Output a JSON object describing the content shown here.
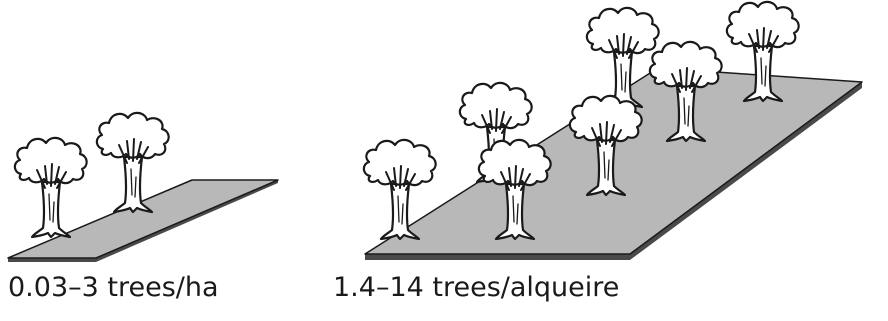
{
  "panels": [
    {
      "caption": "0.03–3 trees/ha",
      "tree_count": 2
    },
    {
      "caption": "1.4–14 trees/alqueire",
      "tree_count": 7
    }
  ],
  "colors": {
    "ground": "#b8b8b8",
    "ground_edge": "#4a4a4a",
    "outline": "#1a1a1a",
    "tree_fill": "#ffffff"
  },
  "icons": [
    "tree-icon"
  ]
}
